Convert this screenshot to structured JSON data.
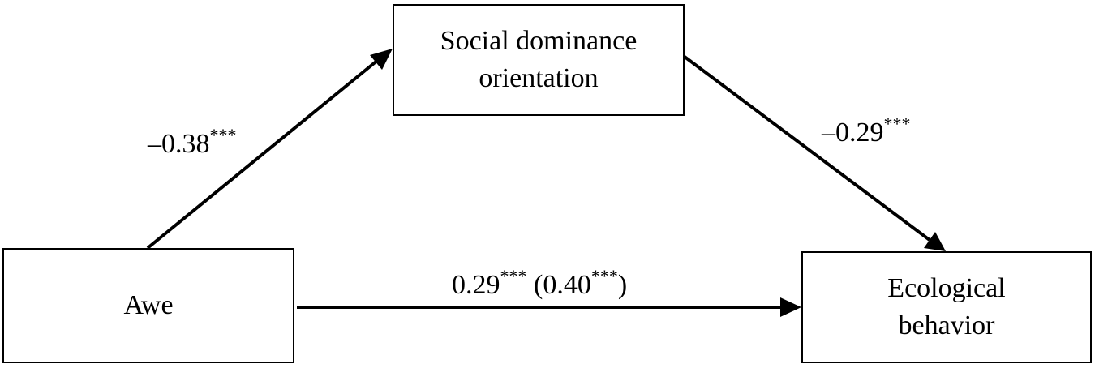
{
  "nodes": {
    "mediator": {
      "lines": [
        "Social dominance",
        "orientation"
      ]
    },
    "predictor": {
      "lines": [
        "Awe"
      ]
    },
    "outcome": {
      "lines": [
        "Ecological",
        "behavior"
      ]
    }
  },
  "paths": {
    "a": {
      "value": "–0.38",
      "sig": "***"
    },
    "b": {
      "value": "–0.29",
      "sig": "***"
    },
    "c": {
      "direct_value": "0.29",
      "direct_sig": "***",
      "total_value": "0.40",
      "total_sig": "***"
    }
  },
  "colors": {
    "line": "#000000",
    "background": "#ffffff"
  }
}
